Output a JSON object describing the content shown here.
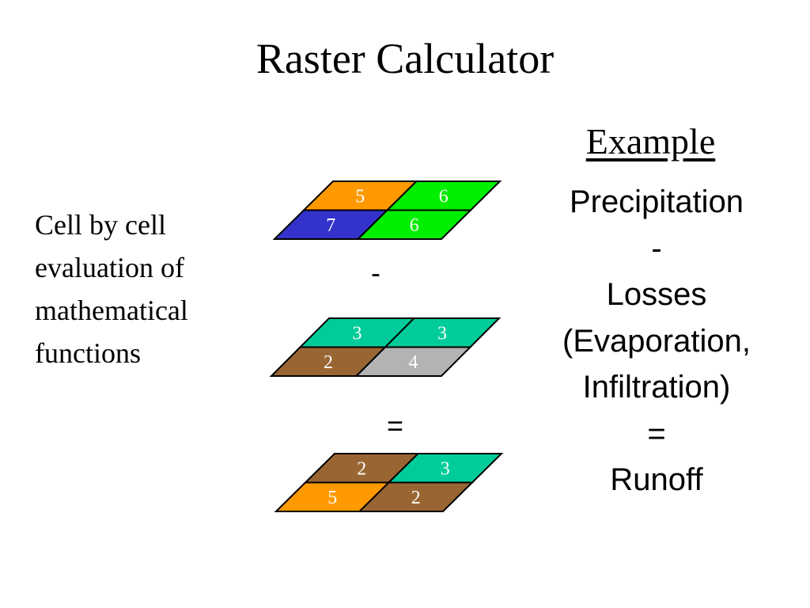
{
  "title": "Raster Calculator",
  "example_heading": "Example",
  "description": {
    "lines": [
      "Cell by cell",
      "evaluation of",
      "mathematical",
      "functions"
    ]
  },
  "equation": {
    "lines": [
      "Precipitation",
      "-",
      "Losses",
      "(Evaporation,",
      "Infiltration)",
      "=",
      "Runoff"
    ]
  },
  "operators": {
    "minus": "-",
    "equals": "="
  },
  "colors": {
    "orange": "#ff9900",
    "green": "#00ee00",
    "blue": "#3333cc",
    "teal": "#00cc99",
    "brown": "#996633",
    "gray": "#b3b3b3"
  },
  "grids": [
    {
      "name": "precipitation",
      "cells": [
        {
          "value": "5",
          "color": "orange"
        },
        {
          "value": "6",
          "color": "green"
        },
        {
          "value": "7",
          "color": "blue"
        },
        {
          "value": "6",
          "color": "green"
        }
      ]
    },
    {
      "name": "losses",
      "cells": [
        {
          "value": "3",
          "color": "teal"
        },
        {
          "value": "3",
          "color": "teal"
        },
        {
          "value": "2",
          "color": "brown"
        },
        {
          "value": "4",
          "color": "gray"
        }
      ]
    },
    {
      "name": "runoff",
      "cells": [
        {
          "value": "2",
          "color": "brown"
        },
        {
          "value": "3",
          "color": "teal"
        },
        {
          "value": "5",
          "color": "orange"
        },
        {
          "value": "2",
          "color": "brown"
        }
      ]
    }
  ]
}
